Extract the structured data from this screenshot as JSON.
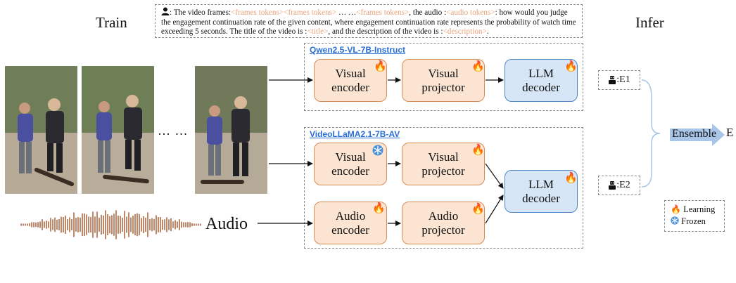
{
  "headers": {
    "train": "Train",
    "infer": "Infer"
  },
  "prompt": {
    "t1": ": The  video frames:",
    "tok1": "<frames tokens>",
    "tok2": "<frames tokens>",
    "ellipsis": " … …",
    "tok3": "<frames tokens>",
    "t2": ", the audio :",
    "tok4": "<audio tokens>",
    "t3": ": how would you judge the engagement continuation rate of the given content, where engagement continuation rate represents the probability of watch time exceeding 5 seconds. The title of the video is :",
    "tok5": "<title>",
    "t4": ", and the description of the video is :",
    "tok6": "<description>",
    "t5": "."
  },
  "frames_ellipsis": "… …",
  "audio_label": "Audio",
  "model1": {
    "name": "Qwen2.5-VL-7B-Instruct",
    "visual_encoder": "Visual encoder",
    "visual_projector": "Visual projector",
    "llm_decoder": "LLM decoder"
  },
  "model2": {
    "name": "VideoLLaMA2.1-7B-AV",
    "visual_encoder": "Visual encoder",
    "visual_projector": "Visual projector",
    "audio_encoder": "Audio encoder",
    "audio_projector": "Audio projector",
    "llm_decoder": "LLM decoder"
  },
  "infer": {
    "e1": ":E1",
    "e2": ":E2",
    "ensemble": "Ensemble",
    "e": "E"
  },
  "legend": {
    "learning": "Learning",
    "frozen": "Frozen"
  },
  "colors": {
    "block_fill": "#fbe4d2",
    "block_border": "#d98c55",
    "llm_fill": "#d6e6f6",
    "llm_border": "#4f86c6",
    "token": "#e8a27a",
    "model_name": "#2a6fd4",
    "audio_wave": "#a4542b",
    "ensemble": "#a9c5e8"
  },
  "icons": {
    "learning": "fire-icon",
    "frozen": "snowflake-icon",
    "user": "user-icon",
    "robot": "robot-icon"
  }
}
